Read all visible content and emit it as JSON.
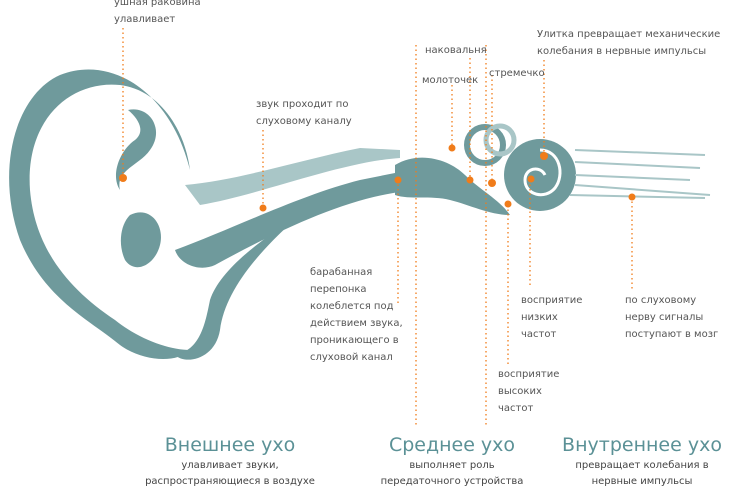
{
  "colors": {
    "ear": "#6f9a9c",
    "ear_light": "#a9c6c7",
    "accent": "#f07c1a",
    "title": "#5b9196"
  },
  "labels": {
    "pinna": [
      "ушная раковина",
      "улавливает"
    ],
    "canal": [
      "звук проходит  по",
      "слуховому каналу"
    ],
    "anvil": "наковальня",
    "hammer": "молоточек",
    "stirrup": "стремечко",
    "cochlea": [
      "Улитка превращает механические",
      "колебания в нервные импульсы"
    ],
    "eardrum": [
      "барабанная",
      "перепонка",
      "колеблется под",
      "действием звука,",
      "проникающего в",
      "слуховой канал"
    ],
    "low_freq": [
      "восприятие",
      "низких",
      "частот"
    ],
    "high_freq": [
      "восприятие",
      "высоких",
      "частот"
    ],
    "nerve": [
      "по слуховому",
      "нерву сигналы",
      "поступают в мозг"
    ]
  },
  "sections": [
    {
      "title": "Внешнее ухо",
      "desc": [
        "улавливает звуки,",
        "распространяющиеся в воздухе"
      ]
    },
    {
      "title": "Среднее ухо",
      "desc": [
        "выполняет роль",
        "передаточного устройства"
      ]
    },
    {
      "title": "Внутреннее ухо",
      "desc": [
        "превращает колебания в",
        "нервные импульсы"
      ]
    }
  ]
}
